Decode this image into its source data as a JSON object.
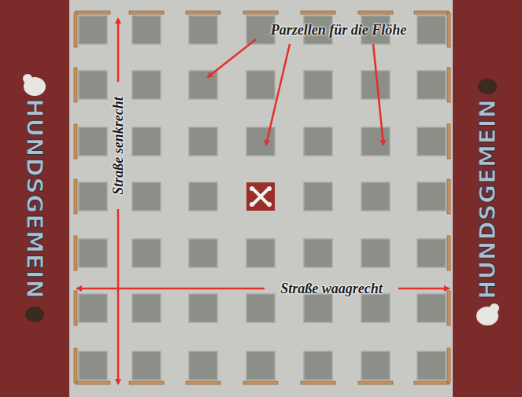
{
  "diagram": {
    "labels": [
      "Parzellen für die Flöhe",
      "Straße senkrecht",
      "Straße waagrecht",
      "HUNDSGEMEIN",
      "HUNDSGEMEIN"
    ]
  }
}
